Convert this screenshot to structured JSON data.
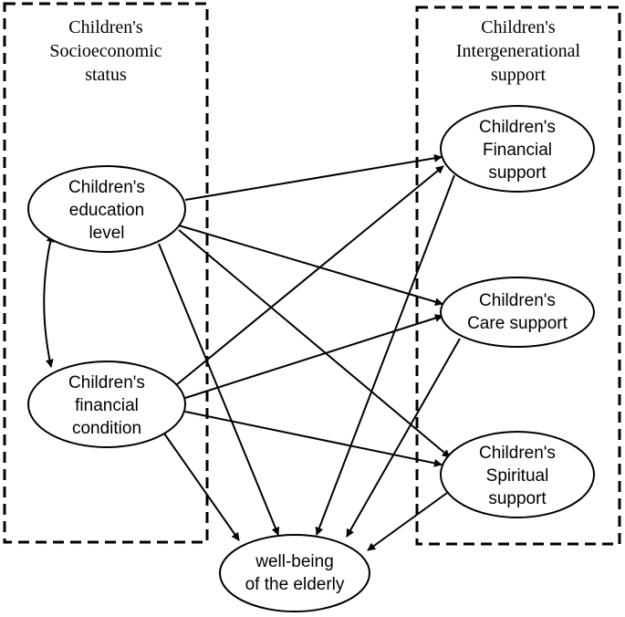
{
  "groups": {
    "socioeconomic": {
      "title": [
        "Children's",
        "Socioeconomic",
        "status"
      ]
    },
    "intergenerational": {
      "title": [
        "Children's",
        "Intergenerational",
        "support"
      ]
    }
  },
  "nodes": {
    "education": {
      "label": [
        "Children's",
        "education",
        "level"
      ]
    },
    "financial_condition": {
      "label": [
        "Children's",
        "financial",
        "condition"
      ]
    },
    "financial_support": {
      "label": [
        "Children's",
        "Financial",
        "support"
      ]
    },
    "care_support": {
      "label": [
        "Children's",
        "Care support"
      ]
    },
    "spiritual_support": {
      "label": [
        "Children's",
        "Spiritual",
        "support"
      ]
    },
    "wellbeing": {
      "label": [
        "well-being",
        "of the elderly"
      ]
    }
  },
  "edges": [
    {
      "from": "education",
      "to": "financial_support"
    },
    {
      "from": "education",
      "to": "care_support"
    },
    {
      "from": "education",
      "to": "spiritual_support"
    },
    {
      "from": "education",
      "to": "wellbeing"
    },
    {
      "from": "financial_condition",
      "to": "financial_support"
    },
    {
      "from": "financial_condition",
      "to": "care_support"
    },
    {
      "from": "financial_condition",
      "to": "spiritual_support"
    },
    {
      "from": "financial_condition",
      "to": "wellbeing"
    },
    {
      "from": "financial_support",
      "to": "wellbeing"
    },
    {
      "from": "care_support",
      "to": "wellbeing"
    },
    {
      "from": "spiritual_support",
      "to": "wellbeing"
    }
  ],
  "correlations": [
    {
      "between": [
        "education",
        "financial_condition"
      ]
    }
  ]
}
